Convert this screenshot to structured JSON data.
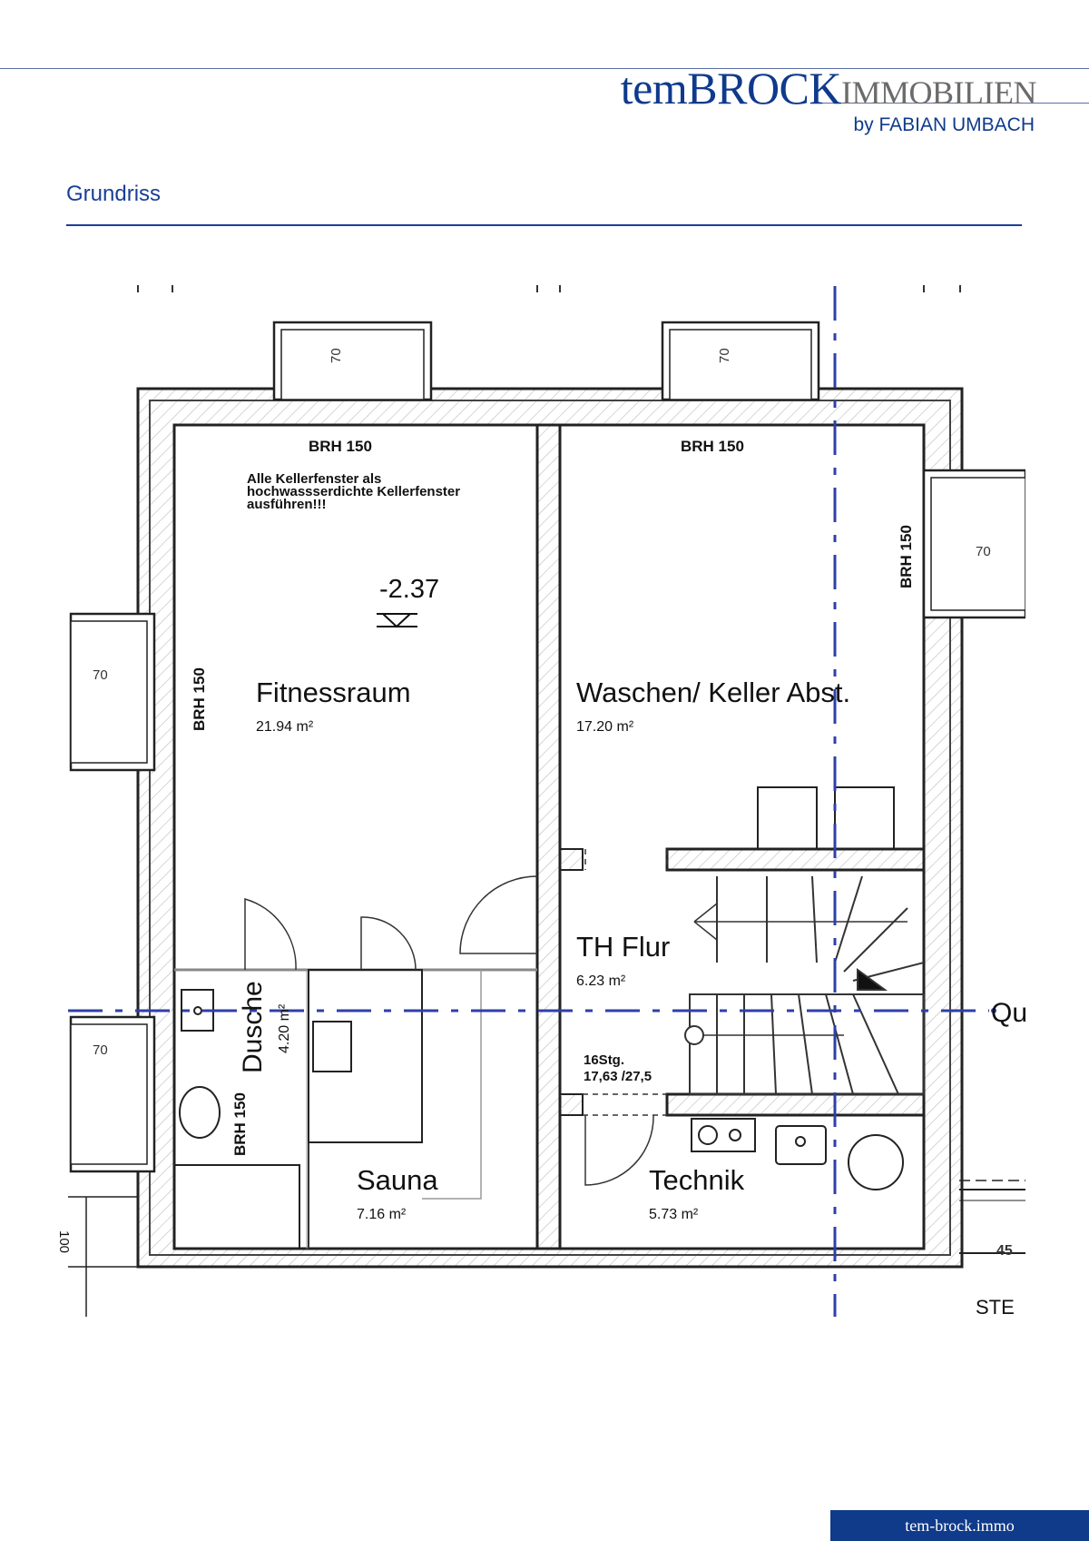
{
  "header": {
    "logo_part1": "temBROCK",
    "logo_part2": "IMMOBILIEN",
    "byline": "by FABIAN UMBACH"
  },
  "page_title": "Grundriss",
  "plan": {
    "note": [
      "Alle Kellerfenster als",
      "hochwassserdichte Kellerfenster",
      "ausführen!!!"
    ],
    "level": "-2.37",
    "brh": "BRH 150",
    "window_depth": "70",
    "rooms": [
      {
        "name": "Fitnessraum",
        "area": "21.94 m²"
      },
      {
        "name": "Waschen/ Keller Abst.",
        "area": "17.20 m²"
      },
      {
        "name": "TH Flur",
        "area": "6.23 m²"
      },
      {
        "name": "Dusche",
        "area": "4.20 m²"
      },
      {
        "name": "Sauna",
        "area": "7.16 m²"
      },
      {
        "name": "Technik",
        "area": "5.73 m²"
      }
    ],
    "stairs": [
      "16Stg.",
      "17,63 /27,5"
    ],
    "section_label": "Qu",
    "edge_dim": "100",
    "edge_angle": "45",
    "edge_text": "STE"
  },
  "footer": {
    "url": "tem-brock.immo"
  }
}
